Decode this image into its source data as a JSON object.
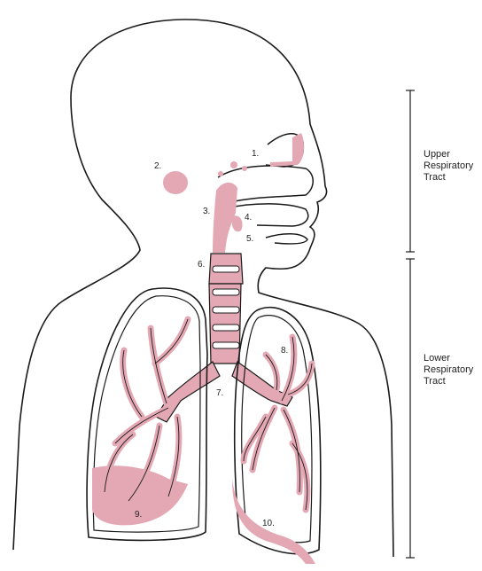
{
  "colors": {
    "outline": "#1a1a1a",
    "tissue": "#e3a8b4",
    "tissue_dark": "#d88ea0",
    "background": "#ffffff"
  },
  "markers": [
    "1.",
    "2.",
    "3.",
    "4.",
    "5.",
    "6.",
    "7.",
    "8.",
    "9.",
    "10."
  ],
  "regions": {
    "upper": [
      "Upper",
      "Respiratory",
      "Tract"
    ],
    "lower": [
      "Lower",
      "Respiratory",
      "Tract"
    ]
  }
}
